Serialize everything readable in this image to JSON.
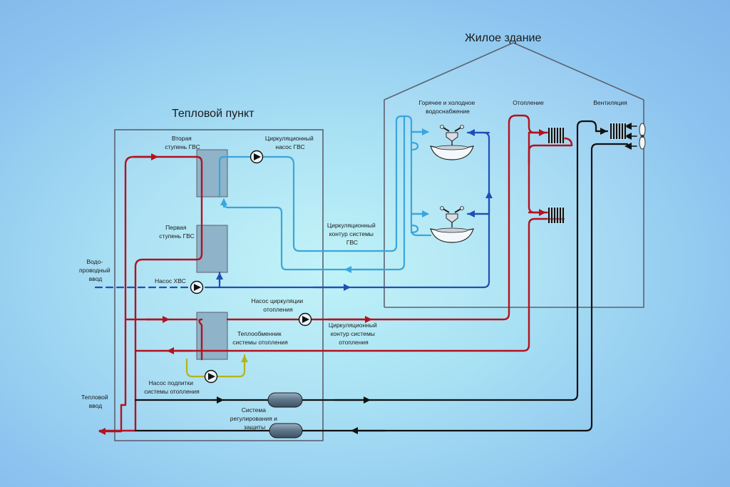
{
  "titles": {
    "building": "Жилое здание",
    "substation": "Тепловой пункт"
  },
  "labels": {
    "dhw_stage2": [
      "Вторая",
      "ступень ГВС"
    ],
    "dhw_circ_pump": [
      "Циркуляционный",
      "насос ГВС"
    ],
    "dhw_stage1": [
      "Первая",
      "ступень ГВС"
    ],
    "water_inlet": [
      "Водо-",
      "проводный",
      "ввод"
    ],
    "cold_water_pump": "Насос ХВС",
    "heating_circ_pump": [
      "Насос циркуляции",
      "отопления"
    ],
    "heating_exchanger": [
      "Теплообменник",
      "системы отопления"
    ],
    "makeup_pump": [
      "Насос подпитки",
      "системы отопления"
    ],
    "heat_inlet": [
      "Тепловой",
      "ввод"
    ],
    "control_system": [
      "Система",
      "регулирования и",
      "защиты"
    ],
    "dhw_circuit": [
      "Циркуляционный",
      "контур системы",
      "ГВС"
    ],
    "heating_circuit": [
      "Циркуляционный",
      "контур системы",
      "отопления"
    ],
    "water_supply": [
      "Горячее и холодное",
      "водоснабжение"
    ],
    "heating": "Отопление",
    "ventilation": "Вентиляция"
  },
  "colors": {
    "hot": "#b3121e",
    "dhw": "#3aa5dc",
    "cold": "#1f4fb4",
    "return": "#111111",
    "makeup": "#b4b416",
    "outline": "#5a6270"
  }
}
